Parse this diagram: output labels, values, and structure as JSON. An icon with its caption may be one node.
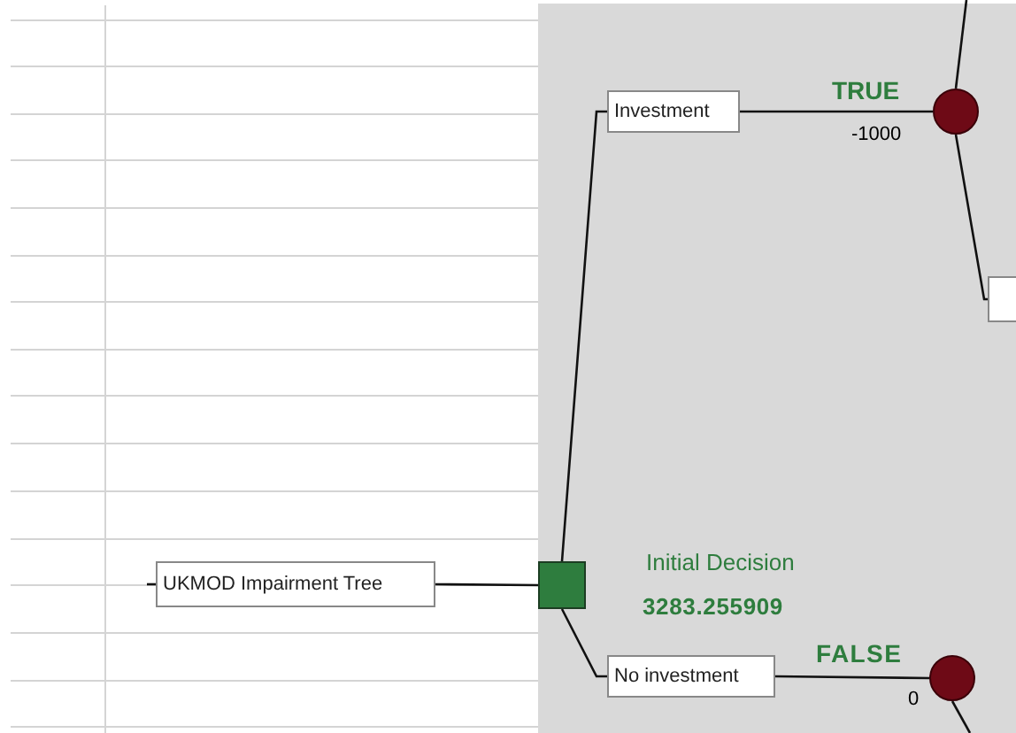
{
  "diagram": {
    "nodes": [
      {
        "text": [
          "UKMOD Impairment Tree"
        ]
      },
      {
        "text": [],
        "shape": "box",
        "beside": [
          "Initial Decision",
          "3283.255909"
        ]
      },
      {
        "text": [
          "Investment"
        ]
      },
      {
        "text": [],
        "shape": "circle",
        "beside": [
          "TRUE",
          "-1000"
        ]
      },
      {
        "text": [
          "No investment"
        ]
      },
      {
        "text": [],
        "shape": "circle",
        "beside": [
          "FALSE",
          "0"
        ]
      },
      {
        "text": [],
        "shape": "box"
      }
    ],
    "edges": [
      {
        "from": null,
        "to": 0,
        "arrow": "none"
      },
      {
        "from": 0,
        "to": 1,
        "arrow": "none"
      },
      {
        "from": 1,
        "to": 2,
        "arrow": "none"
      },
      {
        "from": 1,
        "to": 4,
        "arrow": "none"
      },
      {
        "from": 2,
        "to": 3,
        "arrow": "none"
      },
      {
        "from": 3,
        "to": null,
        "arrow": "none"
      },
      {
        "from": 3,
        "to": 6,
        "arrow": "none"
      },
      {
        "from": 4,
        "to": 5,
        "arrow": "none"
      },
      {
        "from": 5,
        "to": null,
        "arrow": "none"
      }
    ]
  }
}
